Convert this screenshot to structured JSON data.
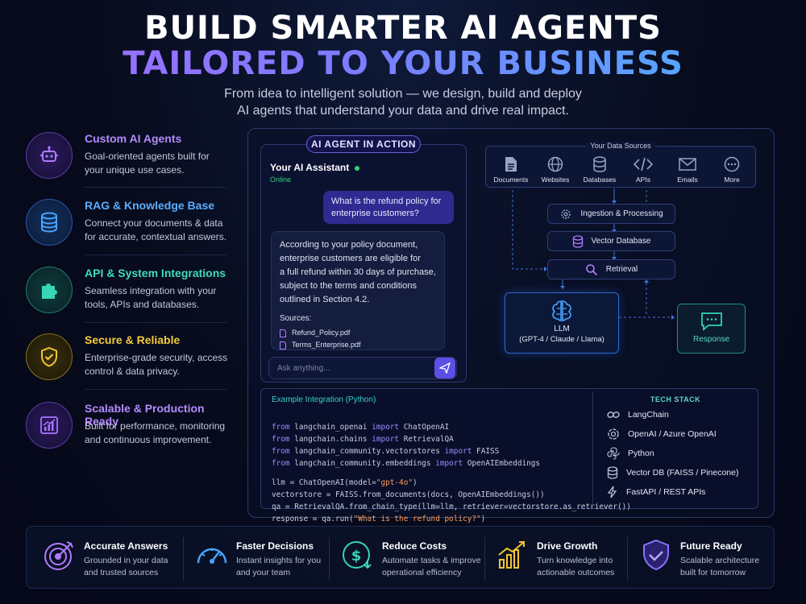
{
  "header": {
    "title_line1": "BUILD SMARTER AI AGENTS",
    "title_line2": "TAILORED TO YOUR BUSINESS",
    "subtitle_line1": "From idea to intelligent solution — we design, build and deploy",
    "subtitle_line2": "AI agents that understand your data and drive real impact."
  },
  "features": [
    {
      "title": "Custom AI Agents",
      "desc": "Goal-oriented agents built for your unique use cases.",
      "icon": "robot-icon",
      "color": "#b07cff"
    },
    {
      "title": "RAG & Knowledge Base",
      "desc": "Connect your documents & data for accurate, contextual answers.",
      "icon": "database-icon",
      "color": "#4aa3ff"
    },
    {
      "title": "API & System Integrations",
      "desc": "Seamless integration with your tools, APIs and databases.",
      "icon": "puzzle-icon",
      "color": "#37d6b5"
    },
    {
      "title": "Secure & Reliable",
      "desc": "Enterprise-grade security, access control & data privacy.",
      "icon": "shield-check-icon",
      "color": "#f3c531"
    },
    {
      "title": "Scalable & Production Ready",
      "desc": "Built for performance, monitoring and continuous improvement.",
      "icon": "growth-chart-icon",
      "color": "#a774ff"
    }
  ],
  "chat": {
    "badge": "AI AGENT IN ACTION",
    "assistant_name": "Your AI Assistant",
    "status": "Online",
    "user_message": "What is the refund policy for enterprise customers?",
    "bot_line1": "According to your policy document,",
    "bot_line2": "enterprise customers are eligible for",
    "bot_line3": "a full refund within 30 days of purchase,",
    "bot_line4": "subject to the terms and conditions",
    "bot_line5": "outlined in Section 4.2.",
    "sources_label": "Sources:",
    "sources": [
      "Refund_Policy.pdf",
      "Terms_Enterprise.pdf"
    ],
    "input_placeholder": "Ask anything..."
  },
  "flow": {
    "sources_title": "Your Data Sources",
    "sources": [
      "Documents",
      "Websites",
      "Databases",
      "APIs",
      "Emails",
      "More"
    ],
    "stage1": "Ingestion & Processing",
    "stage2": "Vector Database",
    "stage3": "Retrieval",
    "llm_title": "LLM",
    "llm_sub": "(GPT-4 / Claude / Llama)",
    "response": "Response"
  },
  "code": {
    "title": "Example Integration (Python)",
    "imports": [
      {
        "from": "from",
        "mod": "langchain_openai",
        "imp": "import",
        "name": "ChatOpenAI"
      },
      {
        "from": "from",
        "mod": "langchain.chains",
        "imp": "import",
        "name": "RetrievalQA"
      },
      {
        "from": "from",
        "mod": "langchain_community.vectorstores",
        "imp": "import",
        "name": "FAISS"
      },
      {
        "from": "from",
        "mod": "langchain_community.embeddings",
        "imp": "import",
        "name": "OpenAIEmbeddings"
      }
    ],
    "line5a": "llm = ChatOpenAI(model=",
    "line5s": "\"gpt-4o\"",
    "line5b": ")",
    "line6": "vectorstore = FAISS.from_documents(docs, OpenAIEmbeddings())",
    "line7": "qa = RetrievalQA.from_chain_type(llm=llm, retriever=vectorstore.as_retriever())",
    "line8a": "response = qa.run(",
    "line8s": "\"What is the refund policy?\"",
    "line8b": ")"
  },
  "tech_stack": {
    "title": "TECH STACK",
    "items": [
      "LangChain",
      "OpenAI / Azure OpenAI",
      "Python",
      "Vector DB (FAISS / Pinecone)",
      "FastAPI / REST APIs"
    ]
  },
  "benefits": [
    {
      "title": "Accurate Answers",
      "desc": "Grounded in your data and trusted sources",
      "icon": "target-icon",
      "color": "#b07cff"
    },
    {
      "title": "Faster Decisions",
      "desc": "Instant insights for you and your team",
      "icon": "speedometer-icon",
      "color": "#4aa3ff"
    },
    {
      "title": "Reduce Costs",
      "desc": "Automate tasks & improve operational efficiency",
      "icon": "dollar-down-icon",
      "color": "#37d6b5"
    },
    {
      "title": "Drive Growth",
      "desc": "Turn knowledge into actionable outcomes",
      "icon": "bar-growth-icon",
      "color": "#f3c531"
    },
    {
      "title": "Future Ready",
      "desc": "Scalable architecture built for tomorrow",
      "icon": "shield-icon",
      "color": "#8a73ff"
    }
  ]
}
